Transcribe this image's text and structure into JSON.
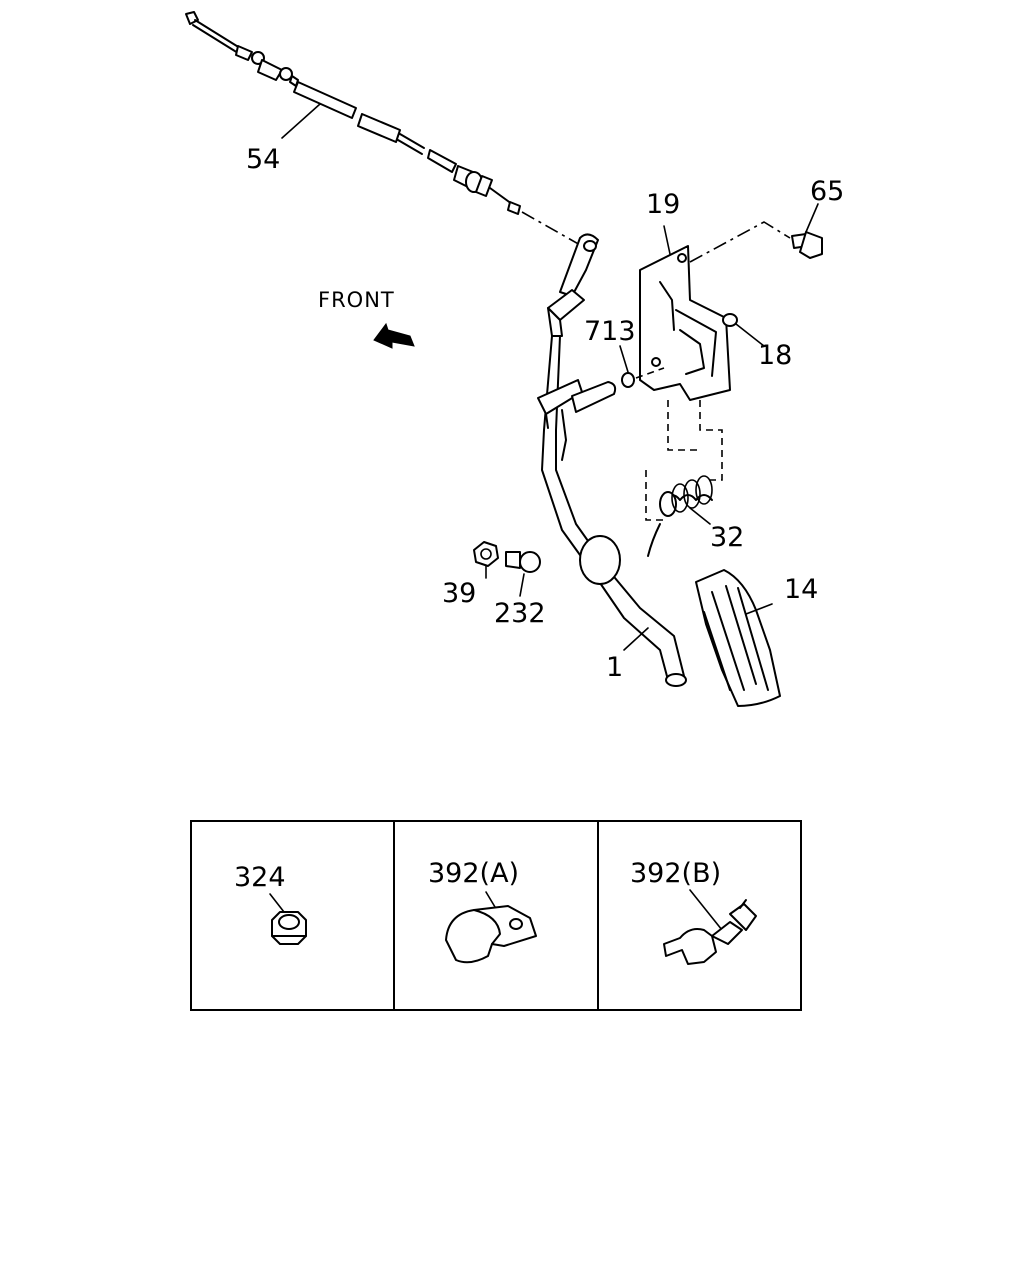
{
  "direction_label": "FRONT",
  "direction_icon": "arrow-left-down-icon",
  "callouts": {
    "c1": "1",
    "c14": "14",
    "c18": "18",
    "c19": "19",
    "c32": "32",
    "c39": "39",
    "c54": "54",
    "c65": "65",
    "c232": "232",
    "c713": "713"
  },
  "detail_panels": [
    {
      "label": "324"
    },
    {
      "label": "392(A)"
    },
    {
      "label": "392(B)"
    }
  ]
}
